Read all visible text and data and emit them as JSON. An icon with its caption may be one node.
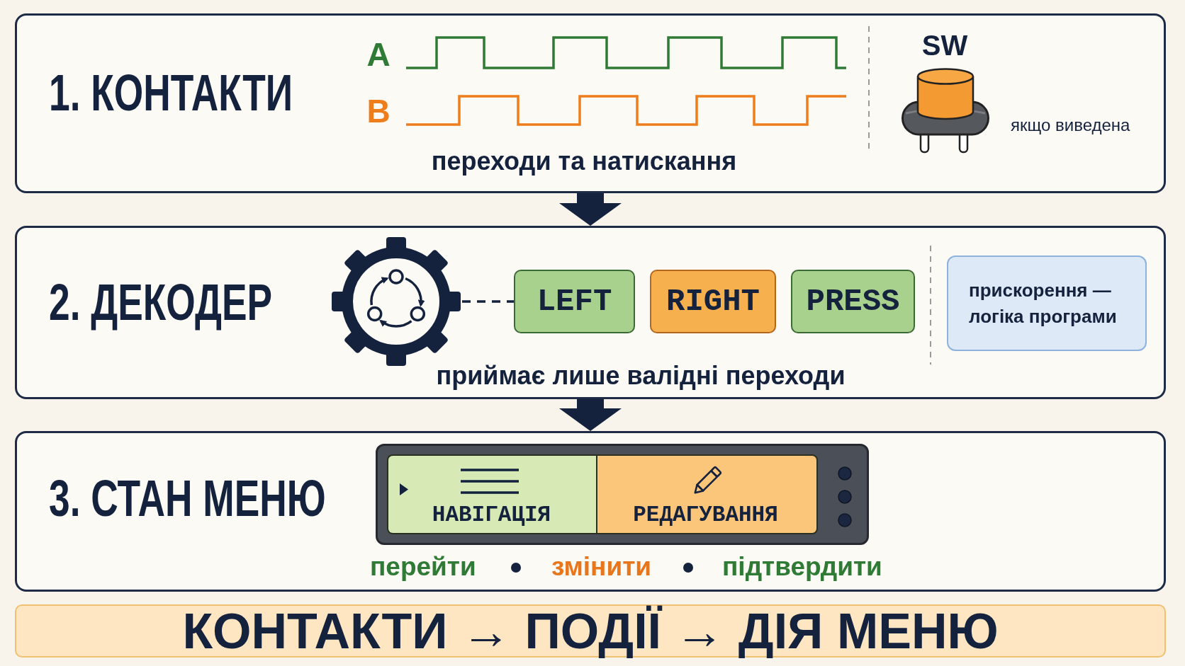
{
  "diagram": {
    "nodes": [
      {
        "text": [
          "1. КОНТАКТИ",
          "переходи та натискання"
        ]
      },
      {
        "text": [
          "2. ДЕКОДЕР",
          "приймає лише валідні переходи"
        ]
      },
      {
        "text": [],
        "shape": "picture",
        "in": 1
      },
      {
        "text": [
          "LEFT"
        ],
        "in": 1
      },
      {
        "text": [
          "RIGHT"
        ],
        "in": 1
      },
      {
        "text": [
          "PRESS"
        ],
        "in": 1
      },
      {
        "text": [
          "прискорення — логіка програми"
        ],
        "in": 1
      },
      {
        "text": [
          "3. СТАН МЕНЮ"
        ]
      },
      {
        "text": [],
        "shape": "box",
        "in": 7
      },
      {
        "text": [
          "НАВІГАЦІЯ"
        ],
        "in": 8
      },
      {
        "text": [
          "РЕДАГУВАННЯ"
        ],
        "in": 8
      },
      {
        "text": [
          "КОНТАКТИ → ПОДІЇ → ДІЯ МЕНЮ"
        ]
      }
    ],
    "edges": [
      {
        "from": 0,
        "to": 1,
        "arrow": "to"
      },
      {
        "from": 2,
        "to": 3,
        "arrow": "none",
        "style": "dashed"
      },
      {
        "from": 1,
        "to": 7,
        "arrow": "to"
      }
    ],
    "labels": [
      "A",
      "B",
      "SW",
      "якщо виведена",
      "перейти",
      "змінити",
      "підтвердити"
    ]
  }
}
